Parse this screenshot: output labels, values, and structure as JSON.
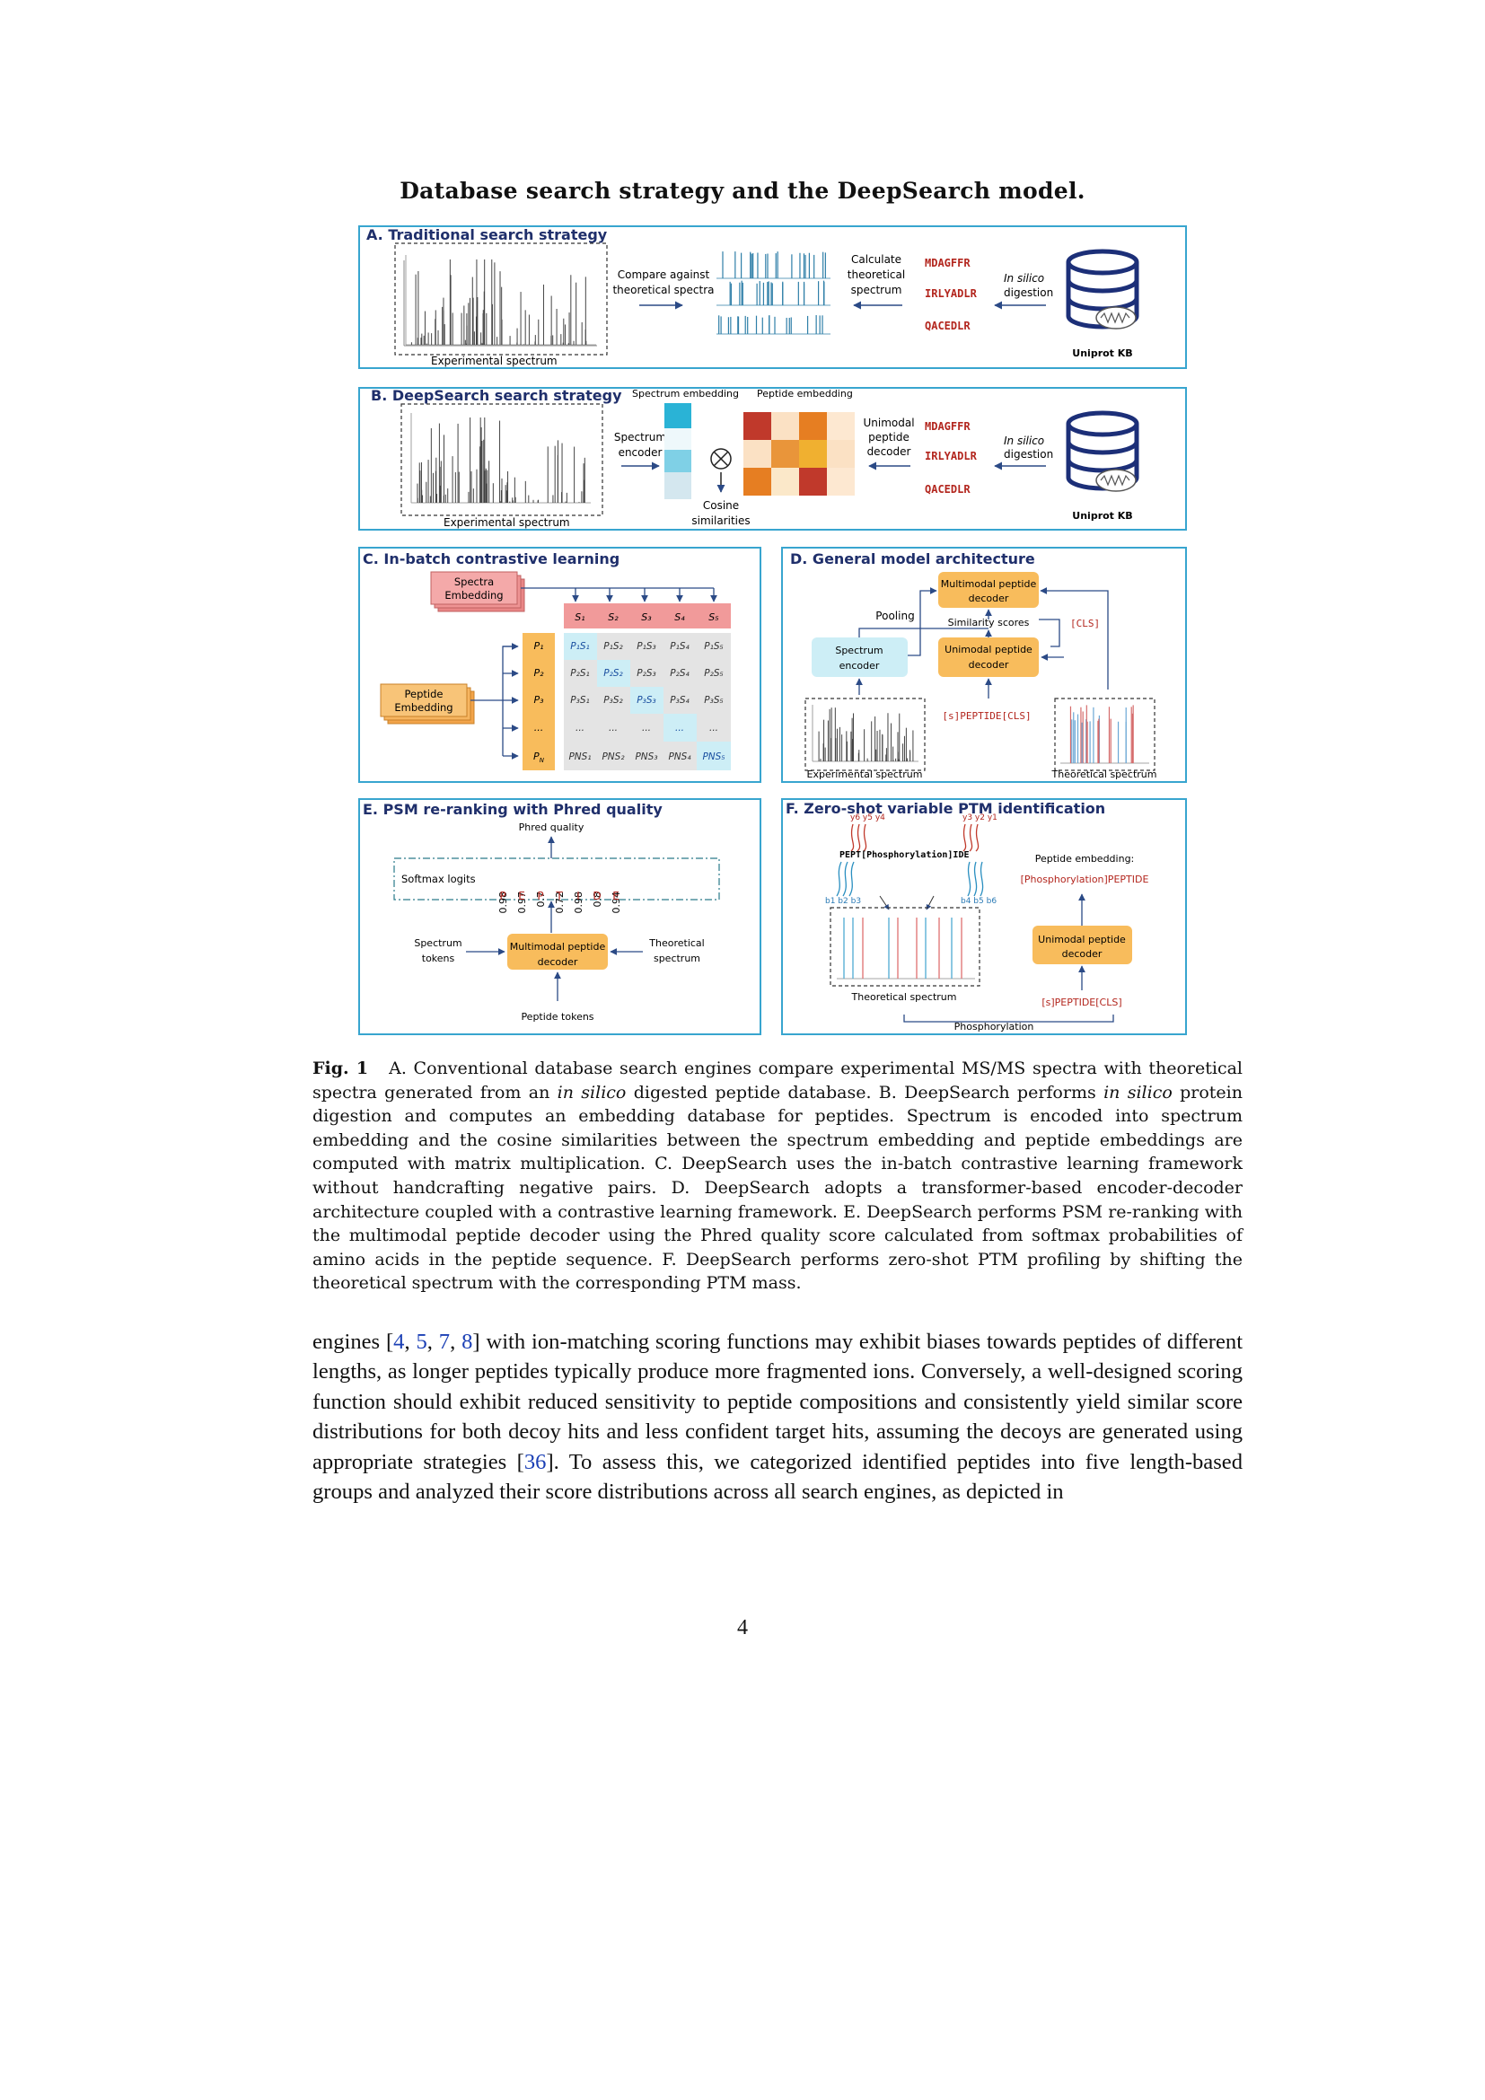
{
  "page": {
    "title": "Database search strategy and the DeepSearch model.",
    "number": "4"
  },
  "figure": {
    "panel_a": {
      "title": "A. Traditional search strategy",
      "exp_label": "Experimental spectrum",
      "compare": [
        "Compare against",
        "theoretical spectra"
      ],
      "calculate": [
        "Calculate",
        "theoretical",
        "spectrum"
      ],
      "peptides": [
        "MDAGFFR",
        "IRLYADLR",
        "QACEDLR"
      ],
      "digestion": [
        "In silico",
        "digestion"
      ],
      "db": "Uniprot KB"
    },
    "panel_b": {
      "title": "B. DeepSearch search strategy",
      "spec_emb": "Spectrum embedding",
      "pep_emb": "Peptide embedding",
      "encoder": [
        "Spectrum",
        "encoder"
      ],
      "cosine": [
        "Cosine",
        "similarities"
      ],
      "decoder": [
        "Unimodal",
        "peptide",
        "decoder"
      ],
      "peptides": [
        "MDAGFFR",
        "IRLYADLR",
        "QACEDLR"
      ],
      "digestion": [
        "In silico",
        "digestion"
      ],
      "exp_label": "Experimental spectrum",
      "db": "Uniprot KB"
    },
    "panel_c": {
      "title": "C. In-batch contrastive learning",
      "spectra": [
        "Spectra",
        "Embedding"
      ],
      "peptide": [
        "Peptide",
        "Embedding"
      ],
      "cols": [
        "S₁",
        "S₂",
        "S₃",
        "S₄",
        "S₅"
      ],
      "rows": [
        "P₁",
        "P₂",
        "P₃",
        "...",
        "P_N"
      ],
      "row_n_main": "P",
      "row_n_sub": "N",
      "ellipsis": "...",
      "cells": [
        [
          "P₁S₁",
          "P₁S₂",
          "P₁S₃",
          "P₁S₄",
          "P₁S₅"
        ],
        [
          "P₂S₁",
          "P₂S₂",
          "P₂S₃",
          "P₂S₄",
          "P₂S₅"
        ],
        [
          "P₃S₁",
          "P₃S₂",
          "P₃S₃",
          "P₃S₄",
          "P₃S₅"
        ],
        [
          "...",
          "...",
          "...",
          "...",
          "..."
        ],
        [
          "PNS₁",
          "PNS₂",
          "PNS₃",
          "PNS₄",
          "PNS₅"
        ]
      ]
    },
    "panel_d": {
      "title": "D. General model architecture",
      "multimodal": [
        "Multimodal peptide",
        "decoder"
      ],
      "pooling": "Pooling",
      "similarity": "Similarity scores",
      "cls": "[CLS]",
      "encoder": [
        "Spectrum",
        "encoder"
      ],
      "unimodal": [
        "Unimodal peptide",
        "decoder"
      ],
      "seq": "[s]PEPTIDE[CLS]",
      "exp_label": "Experimental spectrum",
      "theo_label": "Theoretical spectrum"
    },
    "panel_e": {
      "title": "E. PSM re-ranking with Phred quality",
      "phred": "Phred quality",
      "softmax": "Softmax logits",
      "logits": [
        "0.98",
        "0.97",
        "0.7",
        "0.72",
        "0.98",
        "0.8",
        "0.94"
      ],
      "letters": [
        "P",
        "E",
        "P",
        "T",
        "I",
        "D",
        "E"
      ],
      "spectrum_tokens": [
        "Spectrum",
        "tokens"
      ],
      "multimodal": [
        "Multimodal peptide",
        "decoder"
      ],
      "theoretical": [
        "Theoretical",
        "spectrum"
      ],
      "peptide_tokens": "Peptide tokens"
    },
    "panel_f": {
      "title": "F. Zero-shot variable PTM identification",
      "y_ions_left": "y6 y5 y4",
      "y_ions_right": "y3 y2 y1",
      "pept": "PEPT[Phosphorylation]IDE",
      "b_ions_left": "b1 b2 b3",
      "b_ions_right": "b4 b5 b6",
      "emb_label": "Peptide embedding:",
      "emb_value": "[Phosphorylation]PEPTIDE",
      "unimodal": [
        "Unimodal peptide",
        "decoder"
      ],
      "seq": "[s]PEPTIDE[CLS]",
      "theo_label": "Theoretical spectrum",
      "phospho": "Phosphorylation"
    }
  },
  "caption": {
    "label": "Fig. 1",
    "p1": "A. Conventional database search engines compare experimental MS/MS spectra with theoretical spectra generated from an ",
    "p1_it": "in silico",
    "p2": " digested peptide database. B. DeepSearch performs ",
    "p2_it": "in silico",
    "p3": " protein digestion and computes an embedding database for peptides. Spectrum is encoded into spectrum embedding and the cosine similarities between the spectrum embedding and peptide embeddings are computed with matrix multiplication. C. DeepSearch uses the in-batch contrastive learning framework without handcrafting negative pairs. D. DeepSearch adopts a transformer-based encoder-decoder architecture coupled with a contrastive learning framework. E. DeepSearch performs PSM re-ranking with the multimodal peptide decoder using the Phred quality score calculated from softmax probabilities of amino acids in the peptide sequence. F. DeepSearch performs zero-shot PTM profiling by shifting the theoretical spectrum with the corresponding PTM mass."
  },
  "body": {
    "t1": "engines [",
    "r1": "4",
    "s1": ", ",
    "r2": "5",
    "s2": ", ",
    "r3": "7",
    "s3": ", ",
    "r4": "8",
    "t2": "] with ion-matching scoring functions may exhibit biases towards peptides of different lengths, as longer peptides typically produce more fragmented ions. Conversely, a well-designed scoring function should exhibit reduced sensitivity to peptide compositions and consistently yield similar score distributions for both decoy hits and less confident target hits, assuming the decoys are generated using appropriate strategies [",
    "r5": "36",
    "t3": "]. To assess this, we categorized identified peptides into five length-based groups and analyzed their score distributions across all search engines, as depicted in"
  },
  "colors": {
    "panel_border": "#38a5cf",
    "title_navy": "#1f2f6b",
    "orange": "#f8bc5c",
    "red_peptide": "#b3261e",
    "pink_header": "#f19a9a",
    "light_blue": "#cdeef6",
    "link_blue": "#1a3fb5"
  }
}
